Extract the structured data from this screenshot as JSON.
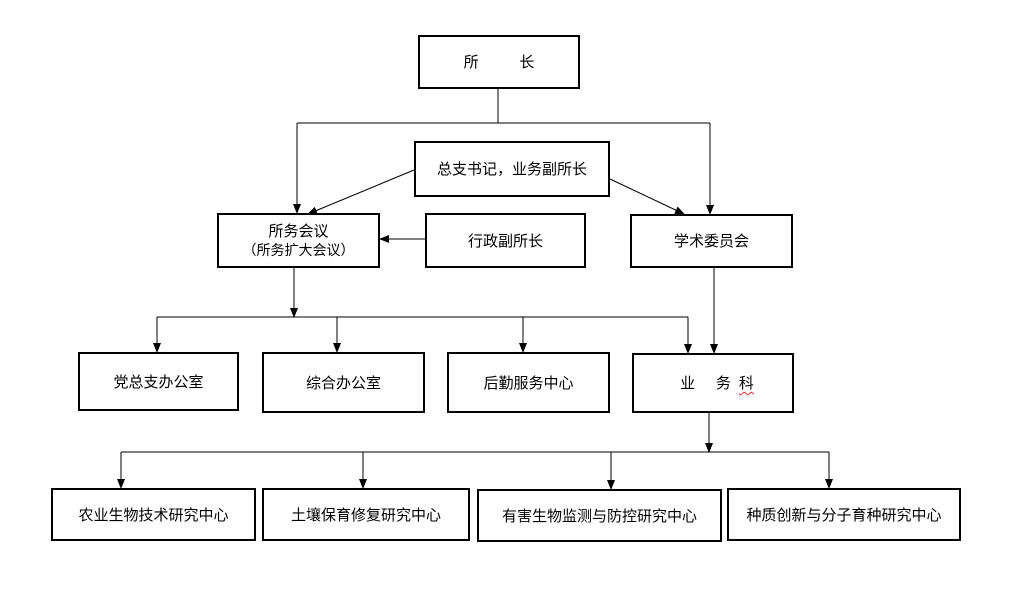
{
  "nodes": {
    "director": "所 长",
    "secretary": "总支书记，业务副所长",
    "meeting": "所务会议",
    "meeting_sub": "（所务扩大会议）",
    "admin_deputy": "行政副所长",
    "academic": "学术委员会",
    "party_office": "党总支办公室",
    "general_office": "综合办公室",
    "logistics": "后勤服务中心",
    "business_a": "业 务",
    "business_b": "科",
    "center1": "农业生物技术研究中心",
    "center2": "土壤保育修复研究中心",
    "center3": "有害生物监测与防控研究中心",
    "center4": "种质创新与分子育种研究中心"
  }
}
